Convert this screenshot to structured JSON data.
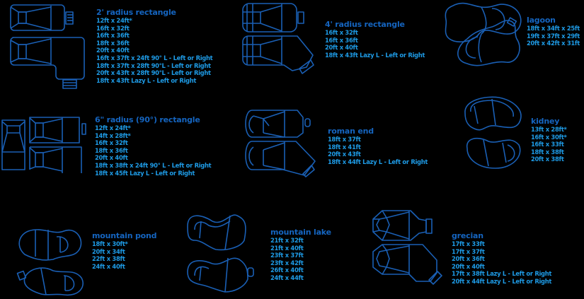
{
  "colors": {
    "background": "#000000",
    "title": "#1565c0",
    "text": "#1e9be6",
    "outline": "#1a5fb4"
  },
  "pools": [
    {
      "name": "2' radius rectangle",
      "shape_icon": "rectangle-pool-icon",
      "sizes": [
        "12ft x 24ft*",
        "16ft x 32ft",
        "16ft x 36ft",
        "18ft x 36ft",
        "20ft x 40ft",
        "16ft x 37ft x 24ft 90° L - Left or Right",
        "18ft x 37ft x 28ft 90°L - Left or Right",
        "20ft x 43ft x 28ft 90°L - Left or Right",
        "18ft x 43ft Lazy L - Left or Right"
      ]
    },
    {
      "name": "4' radius rectangle",
      "shape_icon": "rounded-rectangle-pool-icon",
      "sizes": [
        "16ft x 32ft",
        "16ft x 36ft",
        "20ft x 40ft",
        "18ft x 43ft Lazy L - Left or Right"
      ]
    },
    {
      "name": "lagoon",
      "shape_icon": "lagoon-pool-icon",
      "sizes": [
        "18ft x 34ft x 25ft",
        "19ft x 37ft x 29ft",
        "20ft x 42ft x 31ft"
      ]
    },
    {
      "name": "6\" radius (90°) rectangle",
      "shape_icon": "square-corner-pool-icon",
      "sizes": [
        "12ft x 24ft*",
        "14ft x 28ft*",
        "16ft x 32ft",
        "18ft x 36ft",
        "20ft x 40ft",
        "18ft x 38ft x 24ft 90° L - Left or Right",
        "18ft x 45ft Lazy L - Left or Right"
      ]
    },
    {
      "name": "roman end",
      "shape_icon": "roman-end-pool-icon",
      "sizes": [
        "18ft x 37ft",
        "18ft x 41ft",
        "20ft x 43ft",
        "18ft x 44ft Lazy L - Left or Right"
      ]
    },
    {
      "name": "kidney",
      "shape_icon": "kidney-pool-icon",
      "sizes": [
        "13ft x 28ft*",
        "16ft x 30ft*",
        "16ft x 33ft",
        "18ft x 38ft",
        "20ft x 38ft"
      ]
    },
    {
      "name": "mountain pond",
      "shape_icon": "mountain-pond-pool-icon",
      "sizes": [
        "18ft x 30ft*",
        "20ft x 34ft",
        "22ft x 38ft",
        "24ft x 40ft"
      ]
    },
    {
      "name": "mountain lake",
      "shape_icon": "mountain-lake-pool-icon",
      "sizes": [
        "21ft x 32ft",
        "21ft x 40ft",
        "23ft x 37ft",
        "23ft x 42ft",
        "26ft x 40ft",
        "24ft x 44ft"
      ]
    },
    {
      "name": "grecian",
      "shape_icon": "grecian-pool-icon",
      "sizes": [
        "17ft x 33ft",
        "17ft x 37ft",
        "20ft x 36ft",
        "20ft x 40ft",
        "17ft x 38ft Lazy L - Left or Right",
        "20ft x 44ft Lazy L - Left or Right"
      ]
    }
  ]
}
